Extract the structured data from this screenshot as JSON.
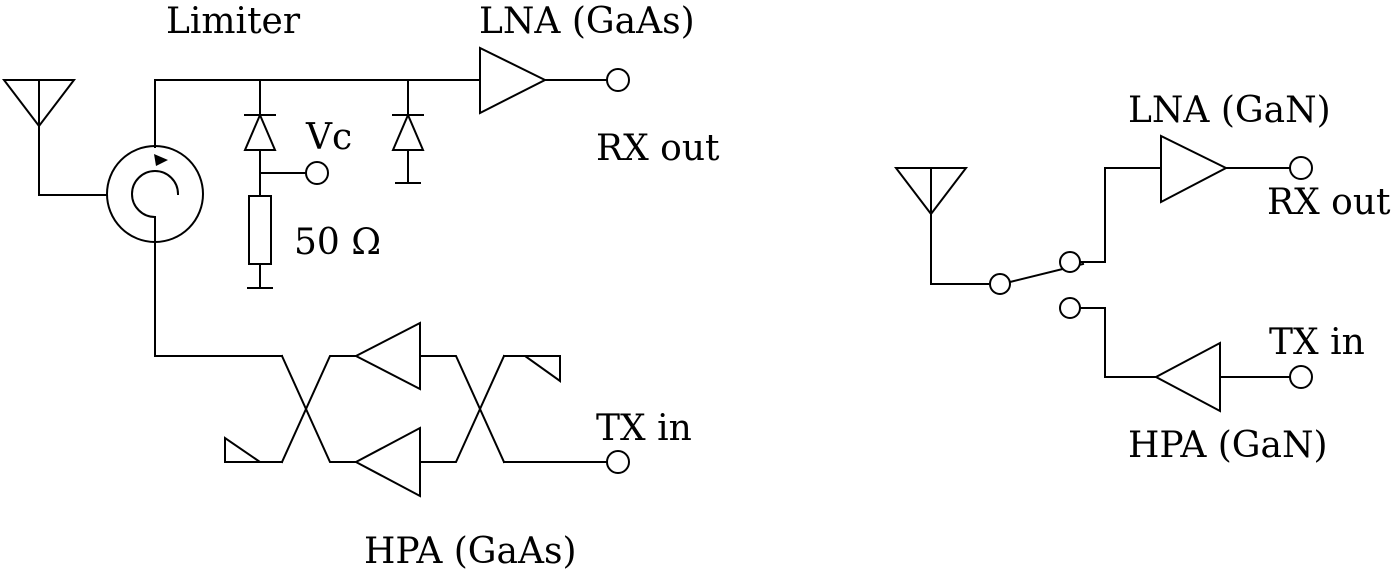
{
  "left_circuit": {
    "limiter_label": "Limiter",
    "lna_label": "LNA (GaAs)",
    "rx_out_label": "RX out",
    "vc_label": "Vc",
    "resistor_label": "50 Ω",
    "tx_in_label": "TX in",
    "hpa_label": "HPA (GaAs)"
  },
  "right_circuit": {
    "lna_label": "LNA (GaN)",
    "rx_out_label": "RX out",
    "tx_in_label": "TX in",
    "hpa_label": "HPA (GaN)"
  }
}
